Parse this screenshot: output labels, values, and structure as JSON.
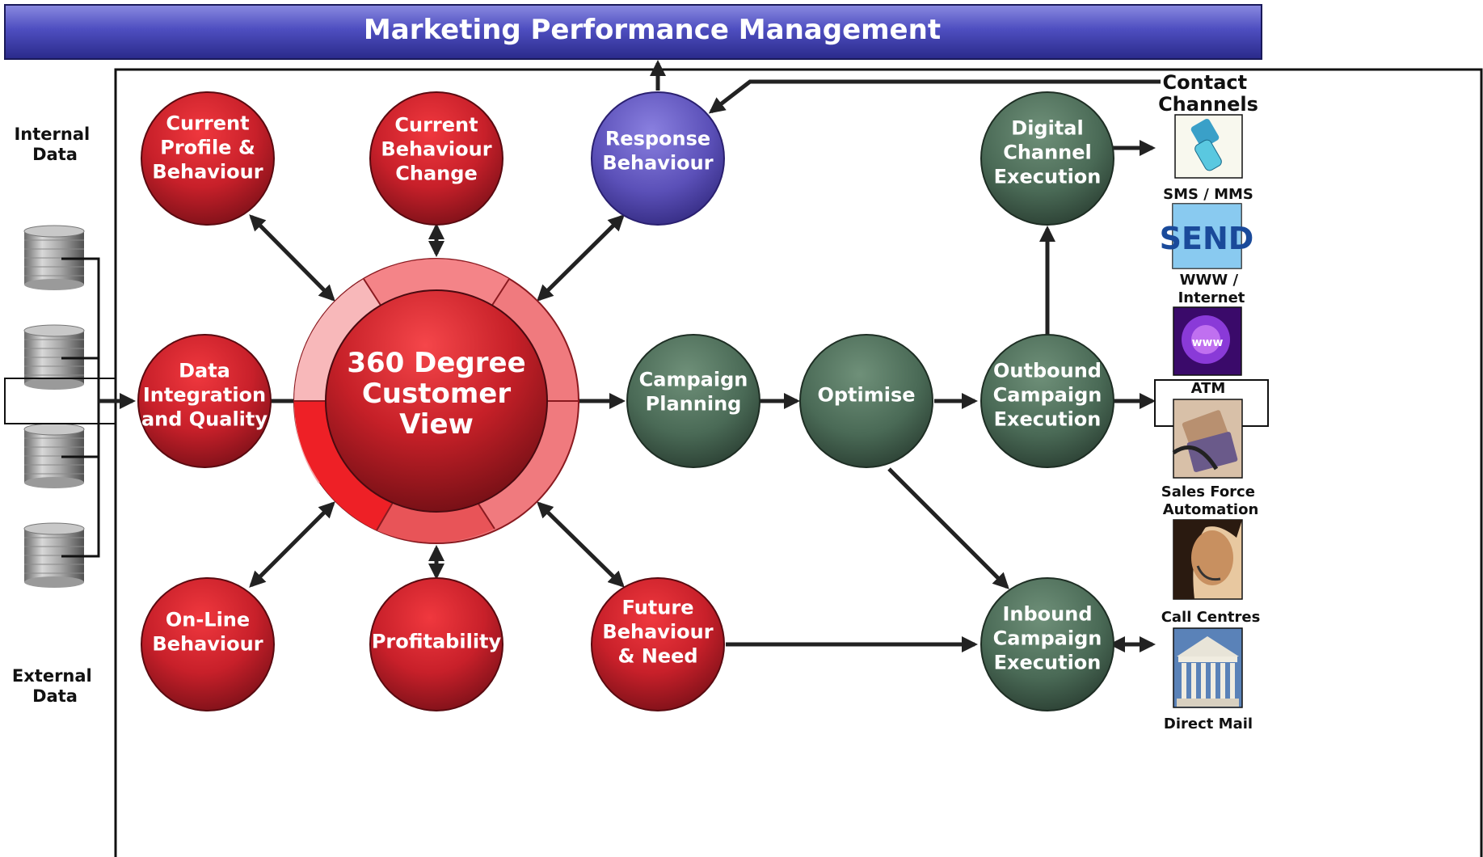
{
  "title": "Marketing Performance Management",
  "left": {
    "internal": [
      "Internal",
      "Data"
    ],
    "external": [
      "External",
      "Data"
    ]
  },
  "nodes": {
    "current_profile": [
      "Current",
      "Profile &",
      "Behaviour"
    ],
    "current_change": [
      "Current",
      "Behaviour",
      "Change"
    ],
    "response": [
      "Response",
      "Behaviour"
    ],
    "data_integration": [
      "Data",
      "Integration",
      "and Quality"
    ],
    "center": [
      "360 Degree",
      "Customer",
      "View"
    ],
    "campaign_planning": [
      "Campaign",
      "Planning"
    ],
    "optimise": [
      "Optimise"
    ],
    "outbound": [
      "Outbound",
      "Campaign",
      "Execution"
    ],
    "digital": [
      "Digital",
      "Channel",
      "Execution"
    ],
    "online": [
      "On-Line",
      "Behaviour"
    ],
    "profitability": [
      "Profitability"
    ],
    "future": [
      "Future",
      "Behaviour",
      "& Need"
    ],
    "inbound": [
      "Inbound",
      "Campaign",
      "Execution"
    ]
  },
  "channels": {
    "heading": [
      "Contact",
      "Channels"
    ],
    "sms": [
      "SMS / MMS"
    ],
    "www": [
      "WWW /",
      "Internet"
    ],
    "atm": [
      "ATM"
    ],
    "sales": [
      "Sales Force",
      "Automation"
    ],
    "call": [
      "Call Centres"
    ],
    "mail": [
      "Direct Mail"
    ]
  },
  "icons": {
    "send_text": "SEND",
    "www_text": "www"
  },
  "colors": {
    "red_node": "#c8202a",
    "purple_node": "#5b50b8",
    "green_node": "#4a6a56",
    "title_bar": "#4a4ab0"
  }
}
